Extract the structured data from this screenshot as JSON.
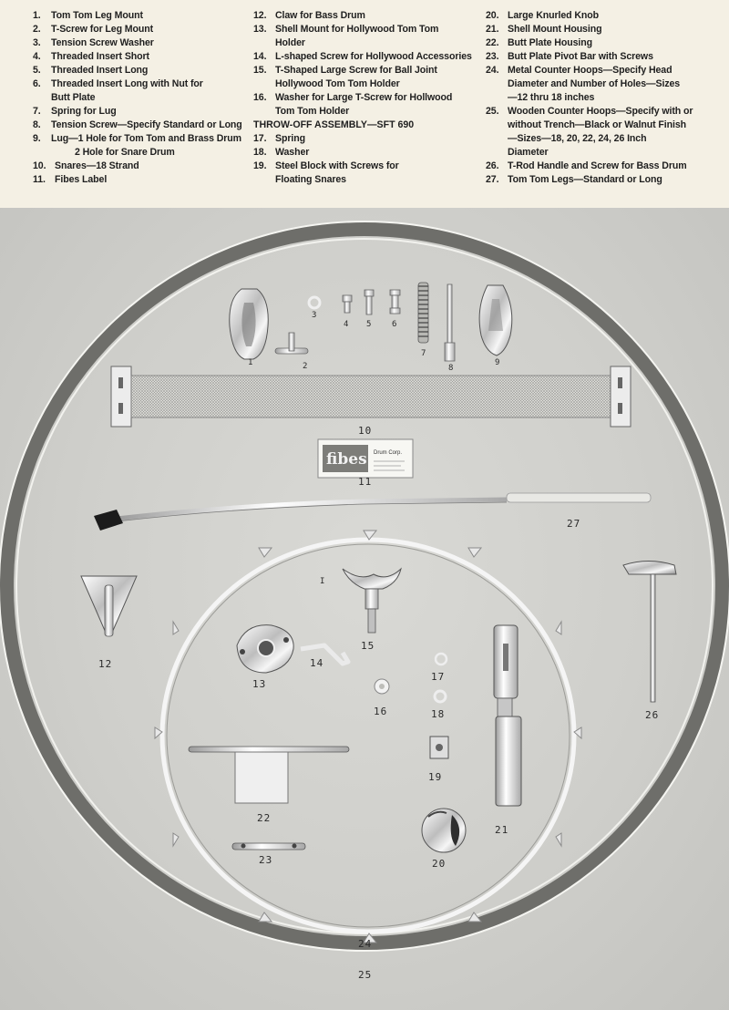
{
  "legend": {
    "col1": [
      {
        "num": "1.",
        "lines": [
          "Tom Tom Leg Mount"
        ]
      },
      {
        "num": "2.",
        "lines": [
          "T-Screw for Leg Mount"
        ]
      },
      {
        "num": "3.",
        "lines": [
          "Tension Screw Washer"
        ]
      },
      {
        "num": "4.",
        "lines": [
          "Threaded Insert Short"
        ]
      },
      {
        "num": "5.",
        "lines": [
          "Threaded Insert Long"
        ]
      },
      {
        "num": "6.",
        "lines": [
          "Threaded Insert Long with Nut for",
          "Butt Plate"
        ]
      },
      {
        "num": "7.",
        "lines": [
          "Spring for Lug"
        ]
      },
      {
        "num": "8.",
        "lines": [
          "Tension Screw—Specify Standard or Long"
        ]
      },
      {
        "num": "9.",
        "lines": [
          "Lug—1 Hole for Tom Tom and Brass Drum",
          "2 Hole for Snare Drum"
        ]
      },
      {
        "num": "10.",
        "lines": [
          "Snares—18 Strand"
        ]
      },
      {
        "num": "11.",
        "lines": [
          "Fibes Label"
        ]
      }
    ],
    "col2": [
      {
        "num": "12.",
        "lines": [
          "Claw for Bass Drum"
        ]
      },
      {
        "num": "13.",
        "lines": [
          "Shell Mount for Hollywood Tom Tom",
          "Holder"
        ]
      },
      {
        "num": "14.",
        "lines": [
          "L-shaped Screw for Hollywood Accessories"
        ]
      },
      {
        "num": "15.",
        "lines": [
          "T-Shaped Large Screw for Ball Joint",
          "Hollywood Tom Tom Holder"
        ]
      },
      {
        "num": "16.",
        "lines": [
          "Washer for Large T-Screw for Hollwood",
          "Tom Tom Holder"
        ]
      }
    ],
    "col2_heading": "THROW-OFF ASSEMBLY—SFT 690",
    "col2b": [
      {
        "num": "17.",
        "lines": [
          "Spring"
        ]
      },
      {
        "num": "18.",
        "lines": [
          "Washer"
        ]
      },
      {
        "num": "19.",
        "lines": [
          "Steel Block with Screws for",
          "Floating Snares"
        ]
      }
    ],
    "col3": [
      {
        "num": "20.",
        "lines": [
          "Large Knurled Knob"
        ]
      },
      {
        "num": "21.",
        "lines": [
          "Shell Mount Housing"
        ]
      },
      {
        "num": "22.",
        "lines": [
          "Butt Plate Housing"
        ]
      },
      {
        "num": "23.",
        "lines": [
          "Butt Plate Pivot Bar with Screws"
        ]
      },
      {
        "num": "24.",
        "lines": [
          "Metal Counter Hoops—Specify Head",
          "Diameter and Number of Holes—Sizes",
          "—12 thru 18 inches"
        ]
      },
      {
        "num": "25.",
        "lines": [
          "Wooden Counter Hoops—Specify with or",
          "without Trench—Black or Walnut Finish",
          "—Sizes—18, 20, 22, 24, 26 Inch",
          "Diameter"
        ]
      },
      {
        "num": "26.",
        "lines": [
          "T-Rod Handle and Screw for Bass Drum"
        ]
      },
      {
        "num": "27.",
        "lines": [
          "Tom Tom Legs—Standard or Long"
        ]
      }
    ]
  },
  "photo": {
    "labels": {
      "p1": "1",
      "p2": "2",
      "p3": "3",
      "p4": "4",
      "p5": "5",
      "p6": "6",
      "p7": "7",
      "p8": "8",
      "p9": "9",
      "p10": "10",
      "p11": "11",
      "p12": "12",
      "p13": "13",
      "p14": "14",
      "p15": "15",
      "p16": "16",
      "p17": "17",
      "p18": "18",
      "p19": "19",
      "p20": "20",
      "p21": "21",
      "p22": "22",
      "p23": "23",
      "p24": "24",
      "p25": "25",
      "p26": "26",
      "p27": "27"
    },
    "fibes_label": {
      "logo": "fibes",
      "sub": "Drum Corp."
    },
    "stray_mark": "I"
  }
}
